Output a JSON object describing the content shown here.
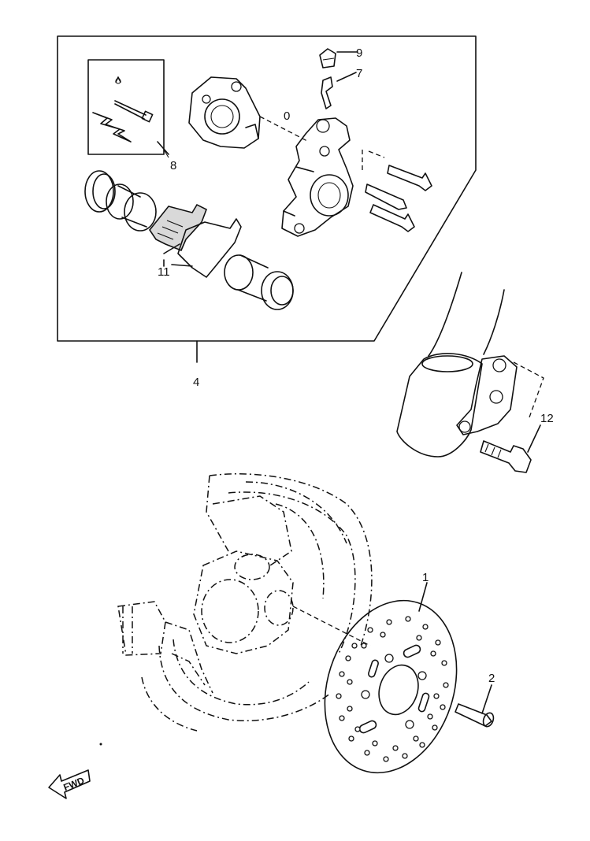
{
  "callouts": {
    "c1": "1",
    "c2": "2",
    "c4": "4",
    "c7": "7",
    "c8": "8",
    "c9": "9",
    "c11": "11",
    "c12": "12"
  },
  "fwd_label": "FWD"
}
